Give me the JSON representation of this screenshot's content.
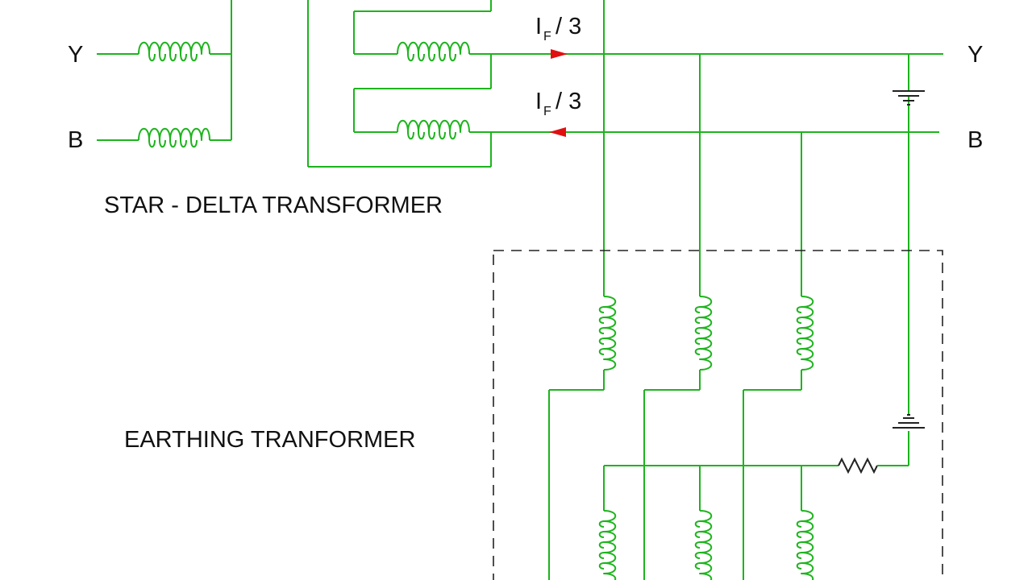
{
  "labels": {
    "left_y": "Y",
    "left_b": "B",
    "right_y": "Y",
    "right_b": "B",
    "star_delta_title": "STAR - DELTA TRANSFORMER",
    "earthing_title": "EARTHING TRANFORMER",
    "current_1": {
      "main": "I",
      "sub": "F",
      "rest": "/ 3"
    },
    "current_2": {
      "main": "I",
      "sub": "F",
      "rest": "/ 3"
    }
  },
  "colors": {
    "wire": "#1db41d",
    "arrow": "#e01010",
    "ink": "#111111"
  }
}
